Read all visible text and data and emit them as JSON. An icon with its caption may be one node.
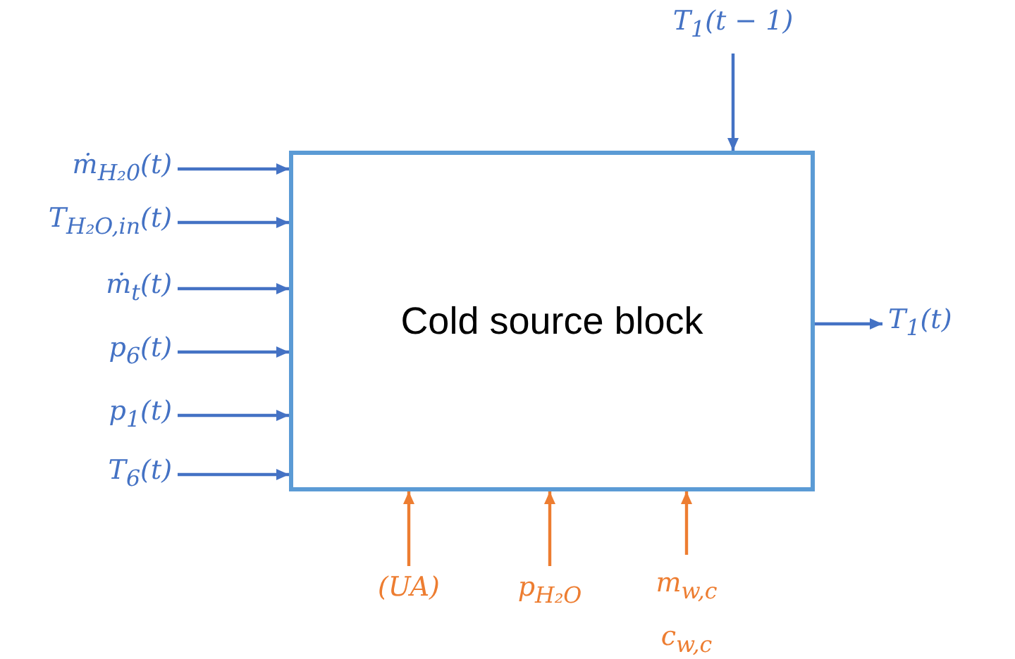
{
  "diagram": {
    "nodes": [
      {
        "text": [
          "Cold source block"
        ]
      },
      {
        "text": [
          "T$_{1}$(t − 1)"
        ]
      },
      {
        "text": [
          "ṁ$_{H₂0}$(t)"
        ]
      },
      {
        "text": [
          "T$_{H₂O,in}$(t)"
        ]
      },
      {
        "text": [
          "ṁ$_{t}$(t)"
        ]
      },
      {
        "text": [
          "p$_{6}$(t)"
        ]
      },
      {
        "text": [
          "p$_{1}$(t)"
        ]
      },
      {
        "text": [
          "T$_{6}$(t)"
        ]
      },
      {
        "text": [
          "T$_{1}$(t)"
        ]
      },
      {
        "text": [
          "(UA)"
        ]
      },
      {
        "text": [
          "p$_{H₂O}$"
        ]
      },
      {
        "text": [
          "m$_{w,c}$ c$_{w,c}$"
        ]
      }
    ],
    "edges": [
      {
        "from": 1,
        "to": 0,
        "arrow": "to"
      },
      {
        "from": 2,
        "to": 0,
        "arrow": "to"
      },
      {
        "from": 3,
        "to": 0,
        "arrow": "to"
      },
      {
        "from": 4,
        "to": 0,
        "arrow": "to"
      },
      {
        "from": 5,
        "to": 0,
        "arrow": "to"
      },
      {
        "from": 6,
        "to": 0,
        "arrow": "to"
      },
      {
        "from": 7,
        "to": 0,
        "arrow": "to"
      },
      {
        "from": 0,
        "to": 8,
        "arrow": "to"
      },
      {
        "from": 9,
        "to": 0,
        "arrow": "to",
        "color": "#ed7d31"
      },
      {
        "from": 10,
        "to": 0,
        "arrow": "to",
        "color": "#ed7d31"
      },
      {
        "from": 11,
        "to": 0,
        "arrow": "to",
        "color": "#ed7d31"
      }
    ]
  }
}
